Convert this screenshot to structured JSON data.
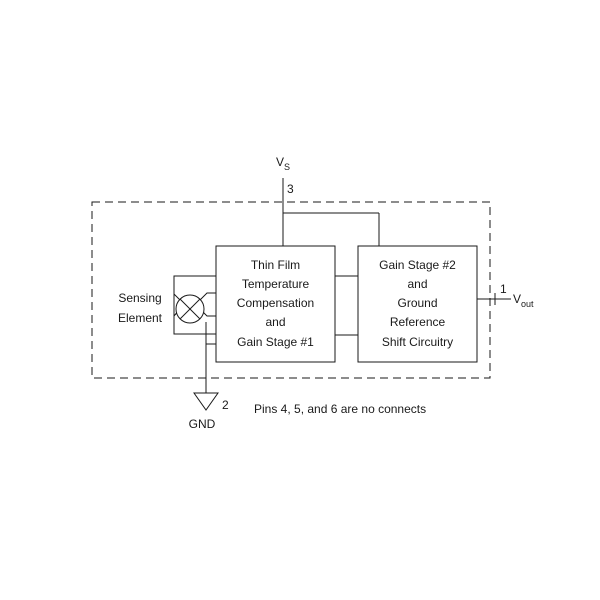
{
  "supply": {
    "label": "V",
    "subscript": "S",
    "pin": "3"
  },
  "block1": {
    "lines": [
      "Thin Film",
      "Temperature",
      "Compensation",
      "and",
      "Gain Stage #1"
    ]
  },
  "block2": {
    "lines": [
      "Gain Stage #2",
      "and",
      "Ground",
      "Reference",
      "Shift Circuitry"
    ]
  },
  "sensor": {
    "lines": [
      "Sensing",
      "Element"
    ]
  },
  "output": {
    "label": "V",
    "subscript": "out",
    "pin": "1"
  },
  "ground": {
    "label": "GND",
    "pin": "2"
  },
  "note": "Pins 4, 5, and 6 are no connects"
}
